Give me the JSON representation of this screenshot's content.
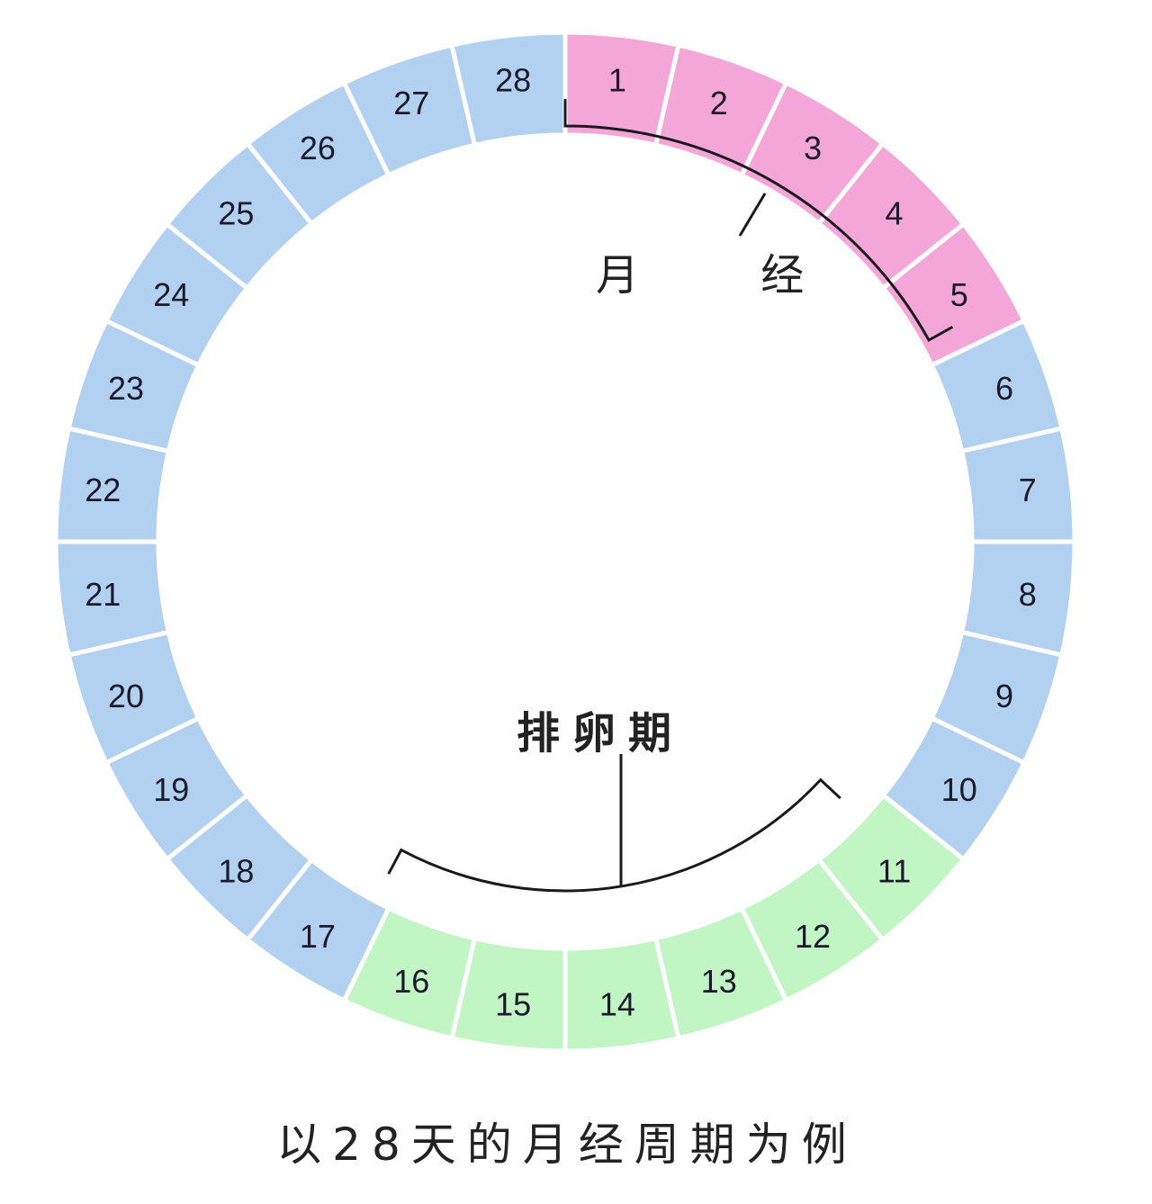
{
  "diagram": {
    "days": [
      1,
      2,
      3,
      4,
      5,
      6,
      7,
      8,
      9,
      10,
      11,
      12,
      13,
      14,
      15,
      16,
      17,
      18,
      19,
      20,
      21,
      22,
      23,
      24,
      25,
      26,
      27,
      28
    ],
    "phases": {
      "menstruation": {
        "label": "月 经",
        "days": [
          1,
          2,
          3,
          4,
          5
        ],
        "color": "#f5a6d8"
      },
      "ovulation": {
        "label": "排卵期",
        "days": [
          11,
          12,
          13,
          14,
          15,
          16
        ],
        "color": "#c2f5c4"
      },
      "other": {
        "color": "#b2d1f1"
      }
    },
    "caption": "以28天的月经周期为例"
  }
}
